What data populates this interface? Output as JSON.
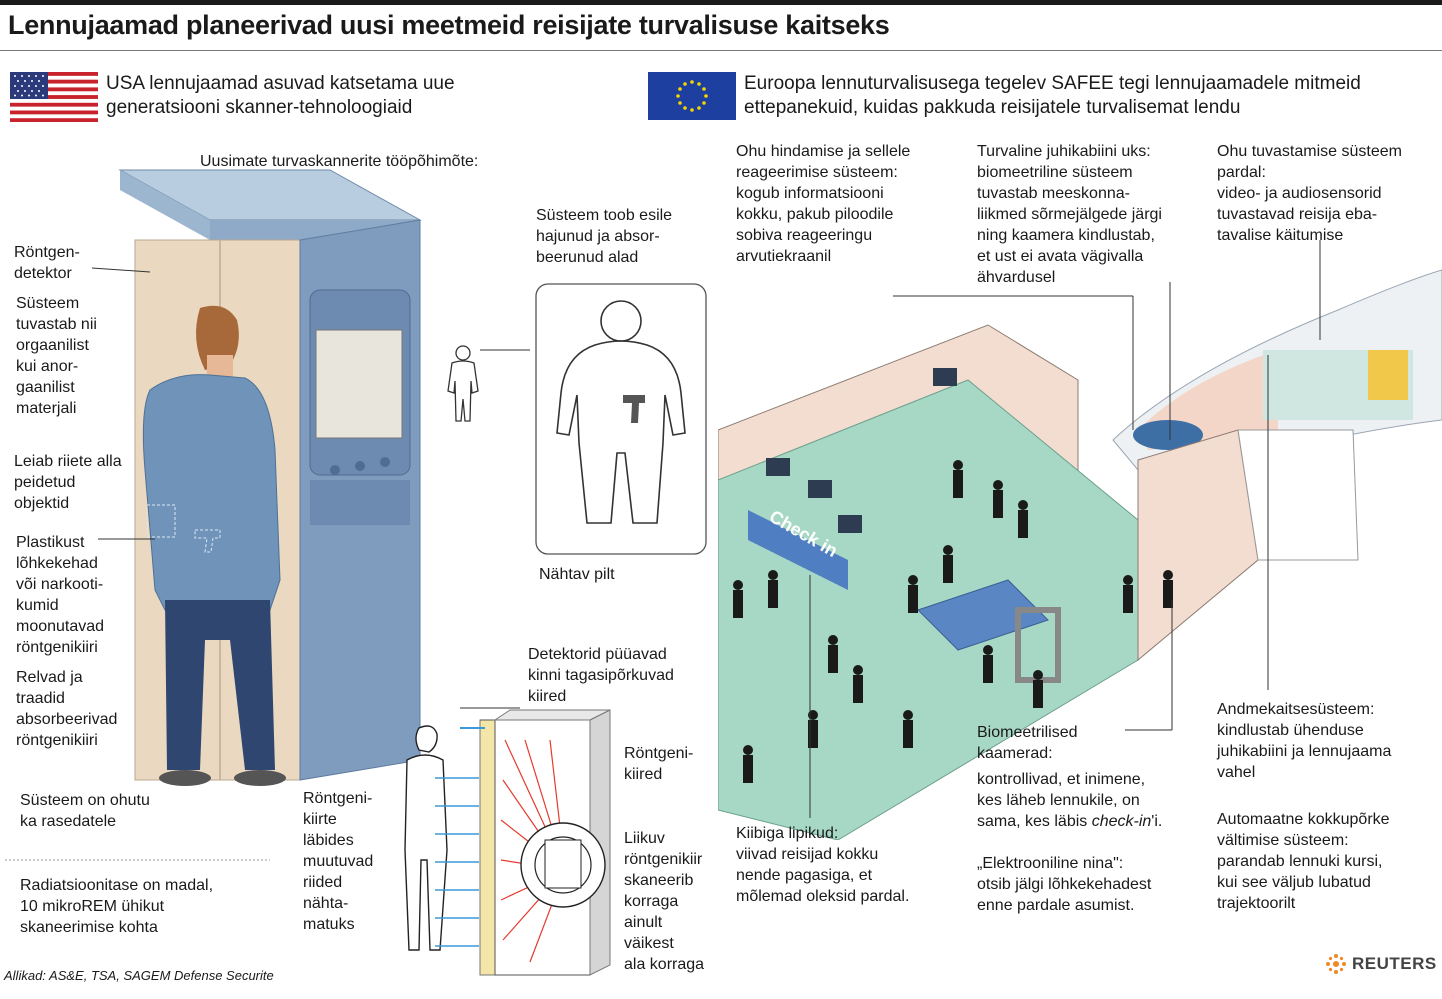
{
  "title": "Lennujaamad planeerivad uusi meetmeid reisijate turvalisuse kaitseks",
  "usa": {
    "intro": "USA lennujaamad asuvad katsetama uue\ngeneratsiooni skanner-tehnoloogiaid",
    "scanner_heading": "Uusimate turvaskannerite tööpõhimõte:",
    "labels": {
      "detector": "Röntgen-\ndetektor",
      "organic": "Süsteem\ntuvastab nii\norgaanilist\nkui anor-\ngaanilist\nmaterjali",
      "hidden": "Leiab riiete alla\npeidetud\nobjektid",
      "plastic": "Plastikust\nlõhkekehad\nvõi narkooti-\nkumid\nmoonutavad\nröntgenikiiri",
      "weapons": "Relvad ja\ntraadid\nabsorbeerivad\nröntgenikiiri",
      "safe": "Süsteem on ohutu\nka rasedatele",
      "radiation": "Radiatsioonitase on madal,\n10 mikroREM ühikut\nskaneerimise kohta",
      "system_shows": "Süsteem toob esile\nhajunud ja absor-\nbeerunud alad",
      "visible_image": "Nähtav pilt",
      "detectors_catch": "Detektorid püüavad\nkinni tagasipõrkuvad\nkiired",
      "xrays": "Röntgeni-\nkiired",
      "passing": "Röntgeni-\nkiirte\nläbides\nmuutuvad\nriided\nnähta-\nmatuks",
      "moving": "Liikuv\nröntgenikiir\nskaneerib\nkorraga\nainult\nväikest\nala korraga"
    }
  },
  "eu": {
    "intro": "Euroopa lennuturvalisusega tegelev SAFEE tegi lennujaamadele mitmeid\nettepanekuid, kuidas pakkuda reisijatele turvalisemat lendu",
    "threat_assessment": "Ohu hindamise ja sellele\nreageerimise süsteem:\nkogub informatsiooni\nkokku, pakub piloodile\nsobiva reageeringu\narvutiekraanil",
    "cockpit_door": "Turvaline juhikabiini uks:\nbiomeetriline süsteem\ntuvastab meeskonna-\nliikmed sõrmejälgede järgi\nning kaamera kindlustab,\net ust ei avata vägivalla\nähvardusel",
    "threat_detection": "Ohu tuvastamise süsteem\npardal:\nvideo- ja audiosensorid\ntuvastavad reisija eba-\ntavalise käitumise",
    "data_security": "Andmekaitsesüsteem:\nkindlustab ühenduse\njuhikabiini ja lennujaama\nvahel",
    "collision": "Automaatne kokkupõrke\nvältimise süsteem:\nparandab lennuki kursi,\nkui see väljub lubatud\ntrajektoorilt",
    "biometric_cameras_title": "Biomeetrilised\nkaamerad:",
    "biometric_cameras_body": "kontrollivad, et inimene,\nkes läheb lennukile, on\nsama, kes läbis ",
    "check_in_italic": "check-in",
    "check_in_suffix": "'i.",
    "electronic_nose": "„Elektrooniline nina\":\notsib jälgi lõhkekehadest\nenne pardale asumist.",
    "chip_tag": "Kiibiga lipikud:\nviivad reisijad kokku\nnende pagasiga, et\nmõlemad oleksid pardal.",
    "check_in_sign": "Check in"
  },
  "footer": {
    "sources": "Allikad: AS&E, TSA, SAGEM Defense Securite",
    "brand": "REUTERS"
  },
  "colors": {
    "scanner_blue": "#8fa9c8",
    "scanner_panel": "#ead9c0",
    "floor": "#a7d8c6",
    "wall": "#f3ddd0",
    "eu_blue": "#1d3f9f",
    "eu_star": "#f6d600",
    "ray_red": "#e53a2e",
    "ray_blue": "#3a9ad9"
  }
}
